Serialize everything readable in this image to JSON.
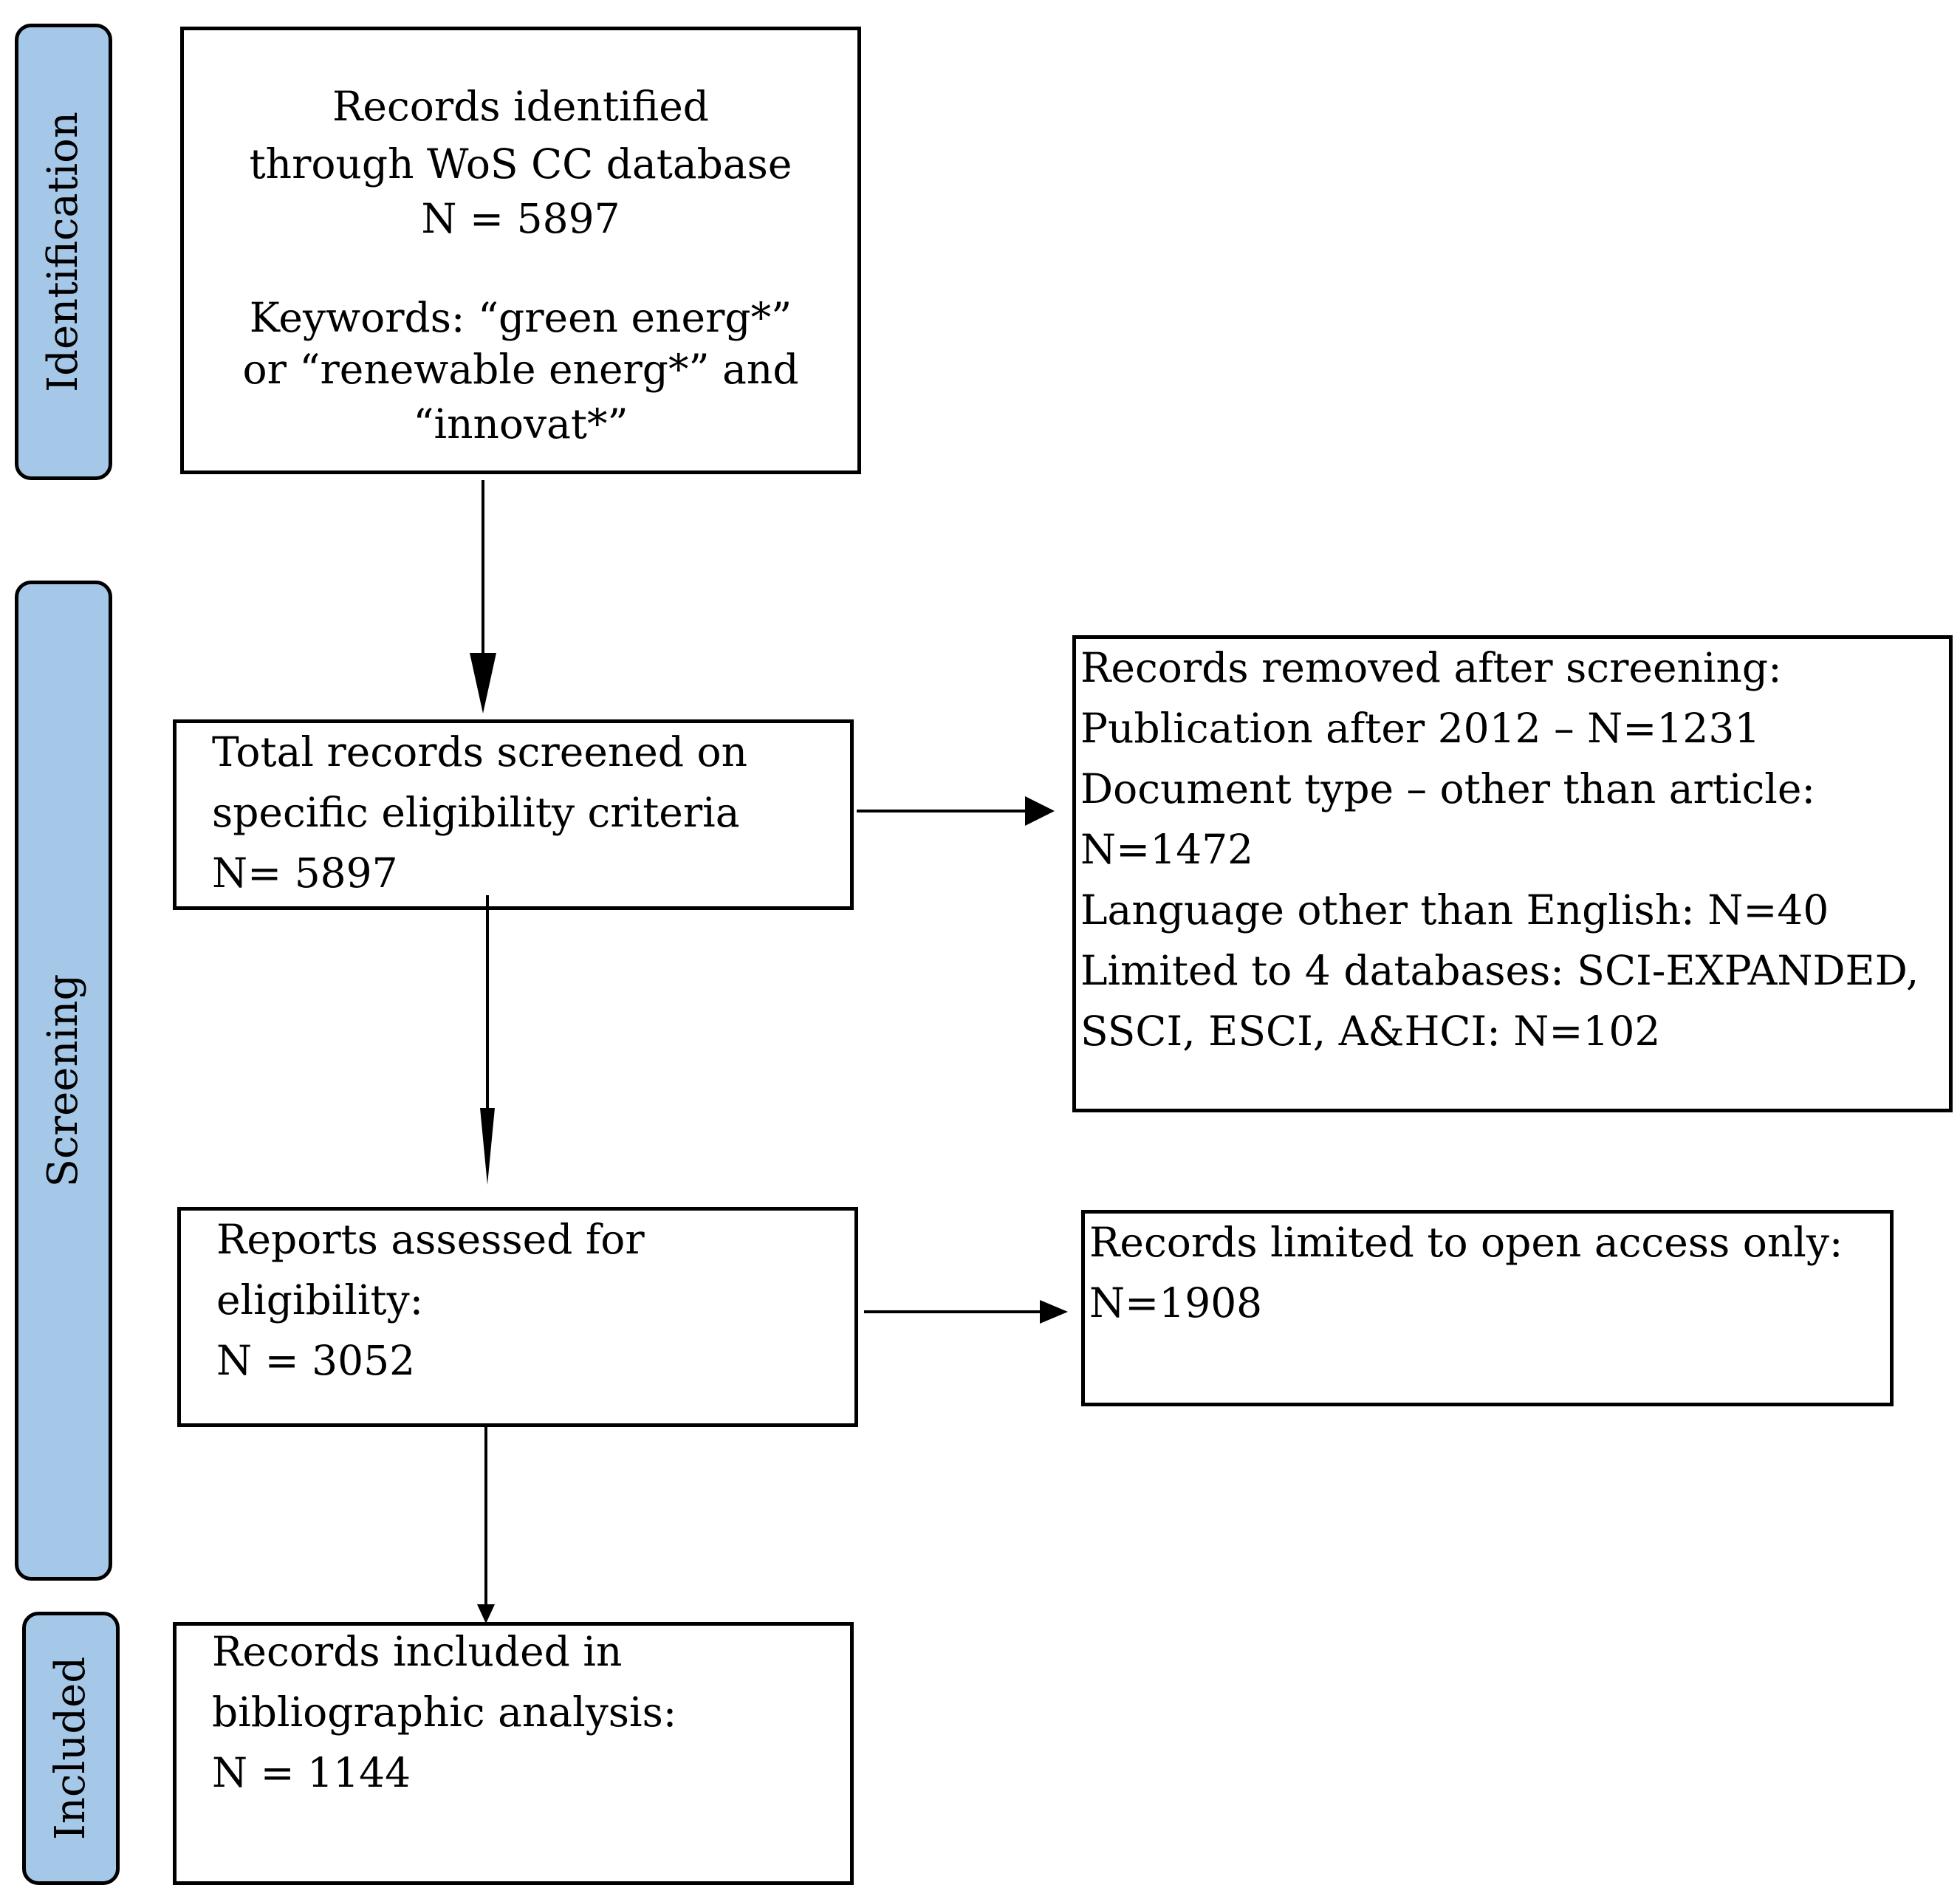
{
  "phases": {
    "identification": "Identification",
    "screening": "Screening",
    "included": "Included"
  },
  "boxes": {
    "identified": {
      "lines_a": [
        "Records identified",
        "through WoS CC database",
        "N = 5897"
      ],
      "lines_b": [
        "Keywords: “green energ*”",
        "or “renewable energ*” and",
        "“innovat*”"
      ]
    },
    "screened": {
      "lines": [
        "Total records screened on",
        "specific eligibility criteria",
        "N= 5897"
      ]
    },
    "removed": {
      "lines": [
        "Records removed after screening:",
        "Publication after 2012 – N=1231",
        "Document type – other than article:",
        "N=1472",
        "Language other than English: N=40",
        "Limited to 4 databases: SCI-EXPANDED,",
        "SSCI, ESCI, A&HCI: N=102"
      ]
    },
    "assessed": {
      "lines": [
        "Reports assessed for",
        "eligibility:",
        "N = 3052"
      ]
    },
    "open_access": {
      "lines": [
        "Records limited to open access only:",
        "N=1908"
      ]
    },
    "included": {
      "lines": [
        "Records included in",
        "bibliographic analysis:",
        "N = 1144"
      ]
    }
  }
}
